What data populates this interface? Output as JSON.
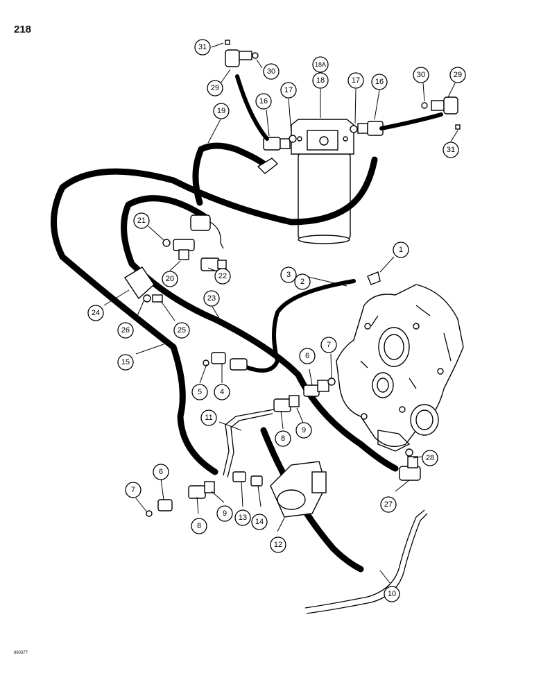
{
  "page": {
    "number": "218",
    "figure_code": "860377"
  },
  "callouts": [
    {
      "id": "c31a",
      "label": "31"
    },
    {
      "id": "c29a",
      "label": "29"
    },
    {
      "id": "c30a",
      "label": "30"
    },
    {
      "id": "c19",
      "label": "19"
    },
    {
      "id": "c16a",
      "label": "16"
    },
    {
      "id": "c17a",
      "label": "17"
    },
    {
      "id": "c18A",
      "label": "18A"
    },
    {
      "id": "c18",
      "label": "18"
    },
    {
      "id": "c17b",
      "label": "17"
    },
    {
      "id": "c16b",
      "label": "16"
    },
    {
      "id": "c30b",
      "label": "30"
    },
    {
      "id": "c29b",
      "label": "29"
    },
    {
      "id": "c31b",
      "label": "31"
    },
    {
      "id": "c21",
      "label": "21"
    },
    {
      "id": "c20",
      "label": "20"
    },
    {
      "id": "c22",
      "label": "22"
    },
    {
      "id": "c1",
      "label": "1"
    },
    {
      "id": "c3",
      "label": "3"
    },
    {
      "id": "c2",
      "label": "2"
    },
    {
      "id": "c23",
      "label": "23"
    },
    {
      "id": "c24",
      "label": "24"
    },
    {
      "id": "c26",
      "label": "26"
    },
    {
      "id": "c25",
      "label": "25"
    },
    {
      "id": "c15",
      "label": "15"
    },
    {
      "id": "c7a",
      "label": "7"
    },
    {
      "id": "c6a",
      "label": "6"
    },
    {
      "id": "c5",
      "label": "5"
    },
    {
      "id": "c4",
      "label": "4"
    },
    {
      "id": "c11",
      "label": "11"
    },
    {
      "id": "c8a",
      "label": "8"
    },
    {
      "id": "c9a",
      "label": "9"
    },
    {
      "id": "c28",
      "label": "28"
    },
    {
      "id": "c7b",
      "label": "7"
    },
    {
      "id": "c6b",
      "label": "6"
    },
    {
      "id": "c8b",
      "label": "8"
    },
    {
      "id": "c9b",
      "label": "9"
    },
    {
      "id": "c13",
      "label": "13"
    },
    {
      "id": "c14",
      "label": "14"
    },
    {
      "id": "c12",
      "label": "12"
    },
    {
      "id": "c27",
      "label": "27"
    },
    {
      "id": "c10",
      "label": "10"
    }
  ]
}
